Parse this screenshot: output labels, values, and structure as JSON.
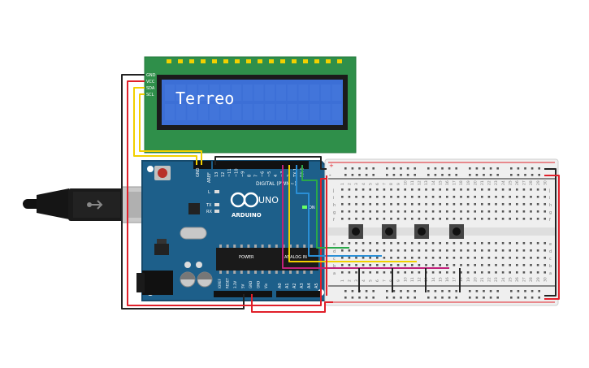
{
  "lcd": {
    "text": "Terreo",
    "pins": [
      "GND",
      "VCC",
      "SDA",
      "SCL"
    ]
  },
  "arduino": {
    "brand": "ARDUINO",
    "model": "UNO",
    "digital_label": "DIGITAL (PWM~)",
    "analog_label": "ANALOG IN",
    "power_label": "POWER",
    "aref_label": "AREF",
    "gnd_label": "GND",
    "on_label": "ON",
    "l_label": "L",
    "tx_label": "TX",
    "rx_label": "RX",
    "digital_pins": [
      "13",
      "12",
      "~11",
      "~10",
      "~9",
      "8",
      "7",
      "~6",
      "~5",
      "4",
      "~3",
      "2",
      "TX 1",
      "RX 0"
    ],
    "power_pins": [
      "IOREF",
      "RESET",
      "3.3V",
      "5V",
      "GND",
      "GND",
      "Vin"
    ],
    "analog_pins": [
      "A0",
      "A1",
      "A2",
      "A3",
      "A4",
      "A5"
    ]
  },
  "breadboard": {
    "columns": [
      "1",
      "2",
      "3",
      "4",
      "5",
      "6",
      "7",
      "8",
      "9",
      "10",
      "11",
      "12",
      "13",
      "14",
      "15",
      "16",
      "17",
      "18",
      "19",
      "20",
      "21",
      "22",
      "23",
      "24",
      "25",
      "26",
      "27",
      "28",
      "29",
      "30"
    ],
    "rows_top": [
      "j",
      "i",
      "h",
      "g",
      "f"
    ],
    "rows_bottom": [
      "e",
      "d",
      "c",
      "b",
      "a"
    ],
    "plus": "+",
    "minus": "-"
  },
  "colors": {
    "board": "#1d5f8a",
    "lcd_pcb": "#2f8f4a",
    "lcd_screen": "#3c6fd6",
    "lcd_text": "#ffffff",
    "wire_black": "#222222",
    "wire_red": "#e0202a",
    "wire_yellow": "#f2d000",
    "wire_green": "#2aa84a",
    "wire_blue": "#2a8fd6",
    "wire_magenta": "#c0207a",
    "wire_orange": "#f09020"
  }
}
